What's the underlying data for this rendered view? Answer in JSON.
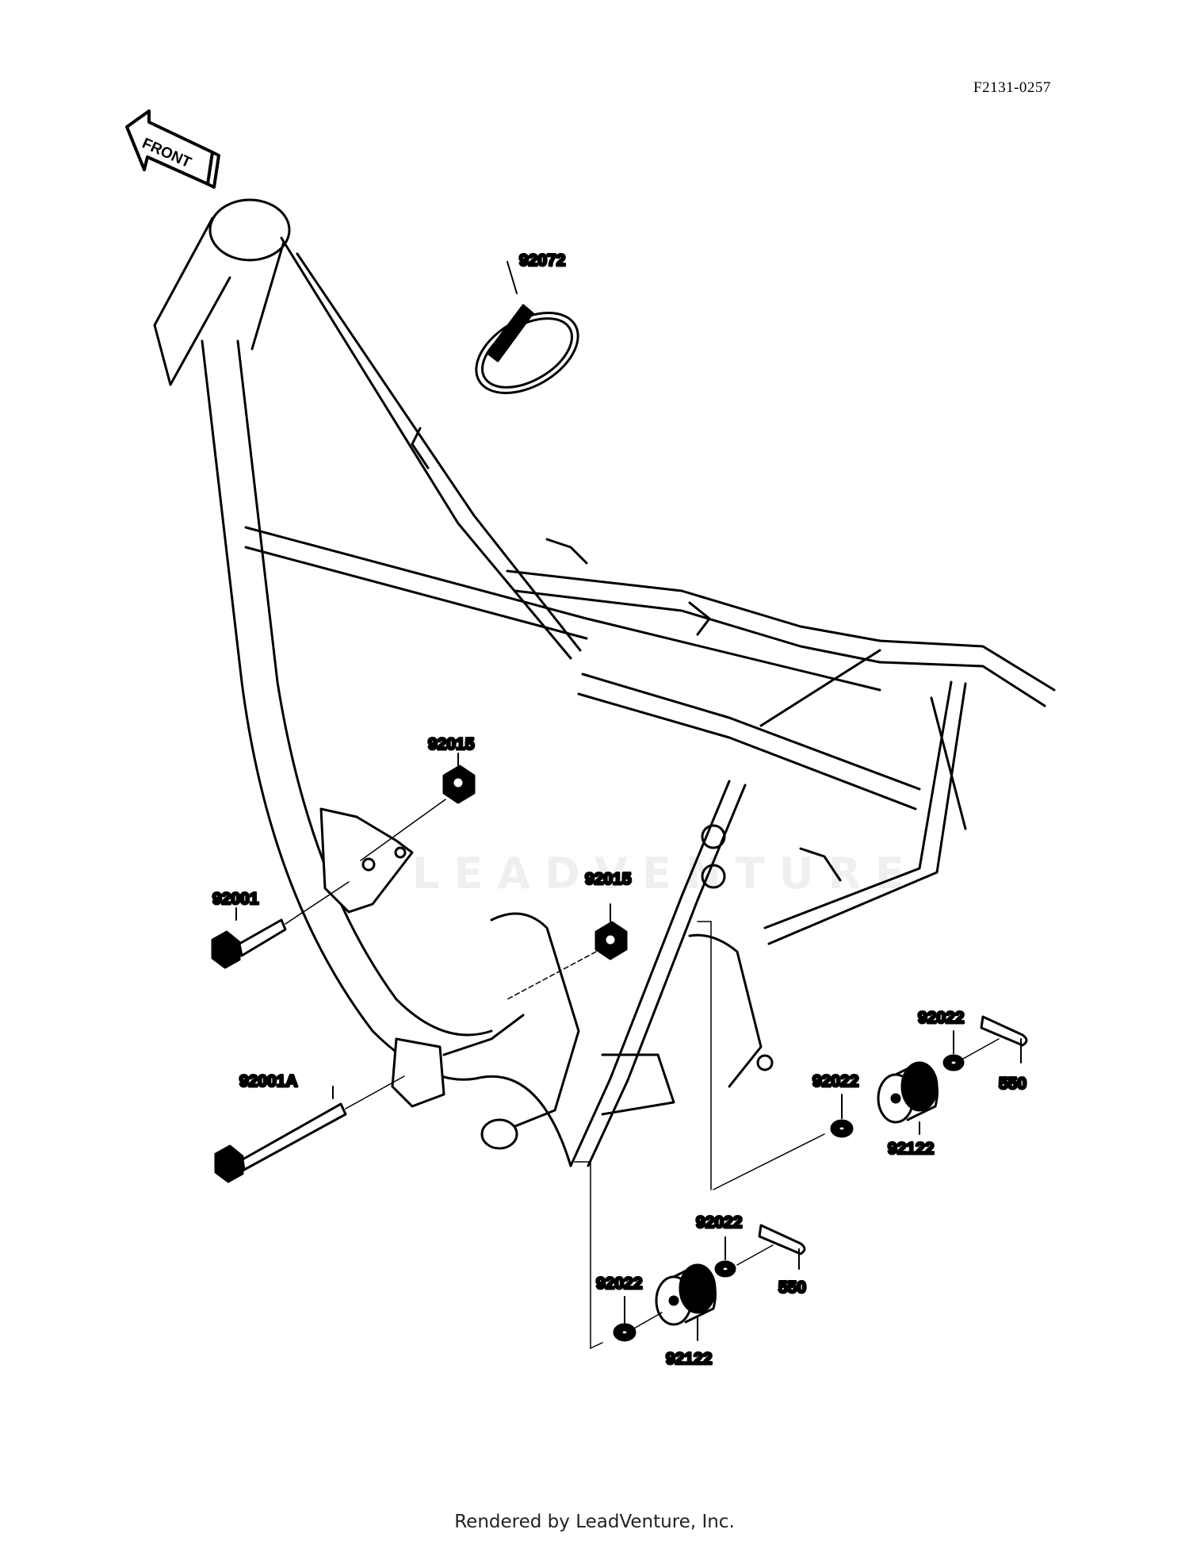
{
  "reference_code": "F2131-0257",
  "direction_marker": "FRONT",
  "watermark": "LEADVENTURE",
  "footer": "Rendered by LeadVenture, Inc.",
  "callouts": {
    "c1": "92072",
    "c2": "92015",
    "c3": "92001",
    "c4": "92015",
    "c5": "92001A",
    "c6": "92022",
    "c7": "550",
    "c8": "92022",
    "c9": "92122",
    "c10": "92022",
    "c11": "550",
    "c12": "92022",
    "c13": "92122"
  }
}
